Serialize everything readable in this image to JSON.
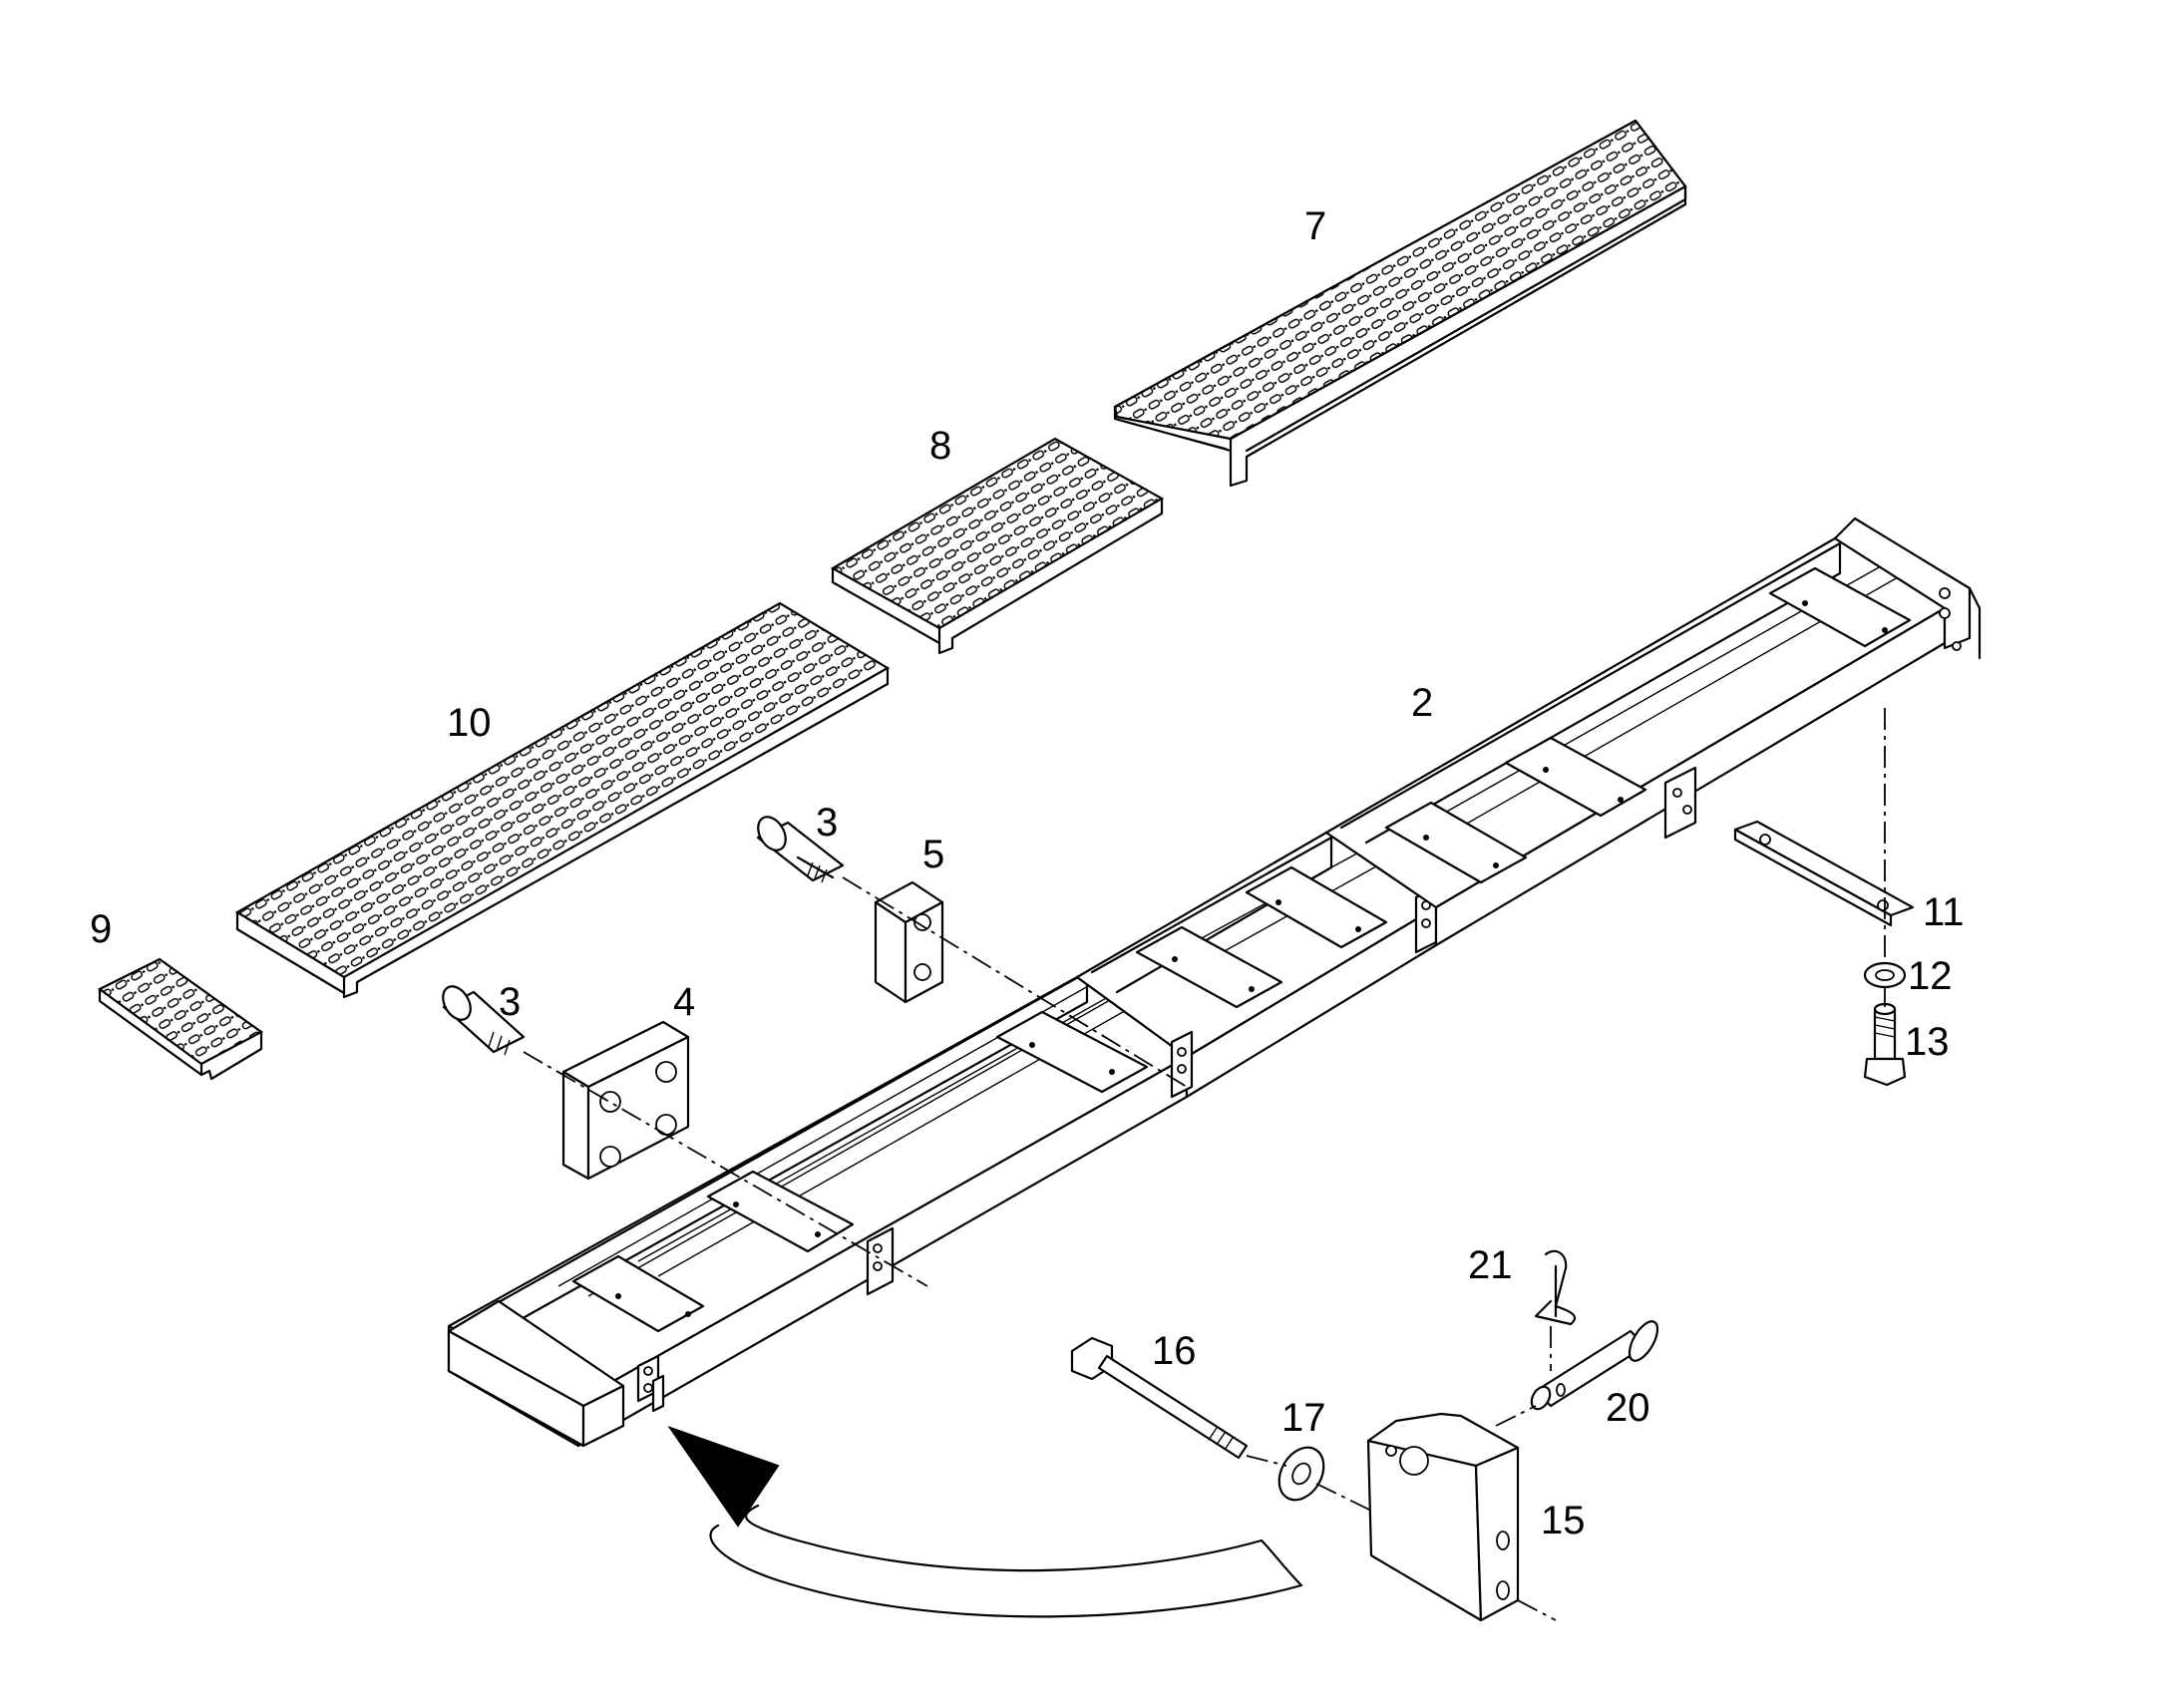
{
  "diagram": {
    "labels": {
      "l2": "2",
      "l3a": "3",
      "l3b": "3",
      "l4": "4",
      "l5": "5",
      "l7": "7",
      "l8": "8",
      "l9": "9",
      "l10": "10",
      "l11": "11",
      "l12": "12",
      "l13": "13",
      "l15": "15",
      "l16": "16",
      "l17": "17",
      "l20": "20",
      "l21": "21"
    }
  }
}
